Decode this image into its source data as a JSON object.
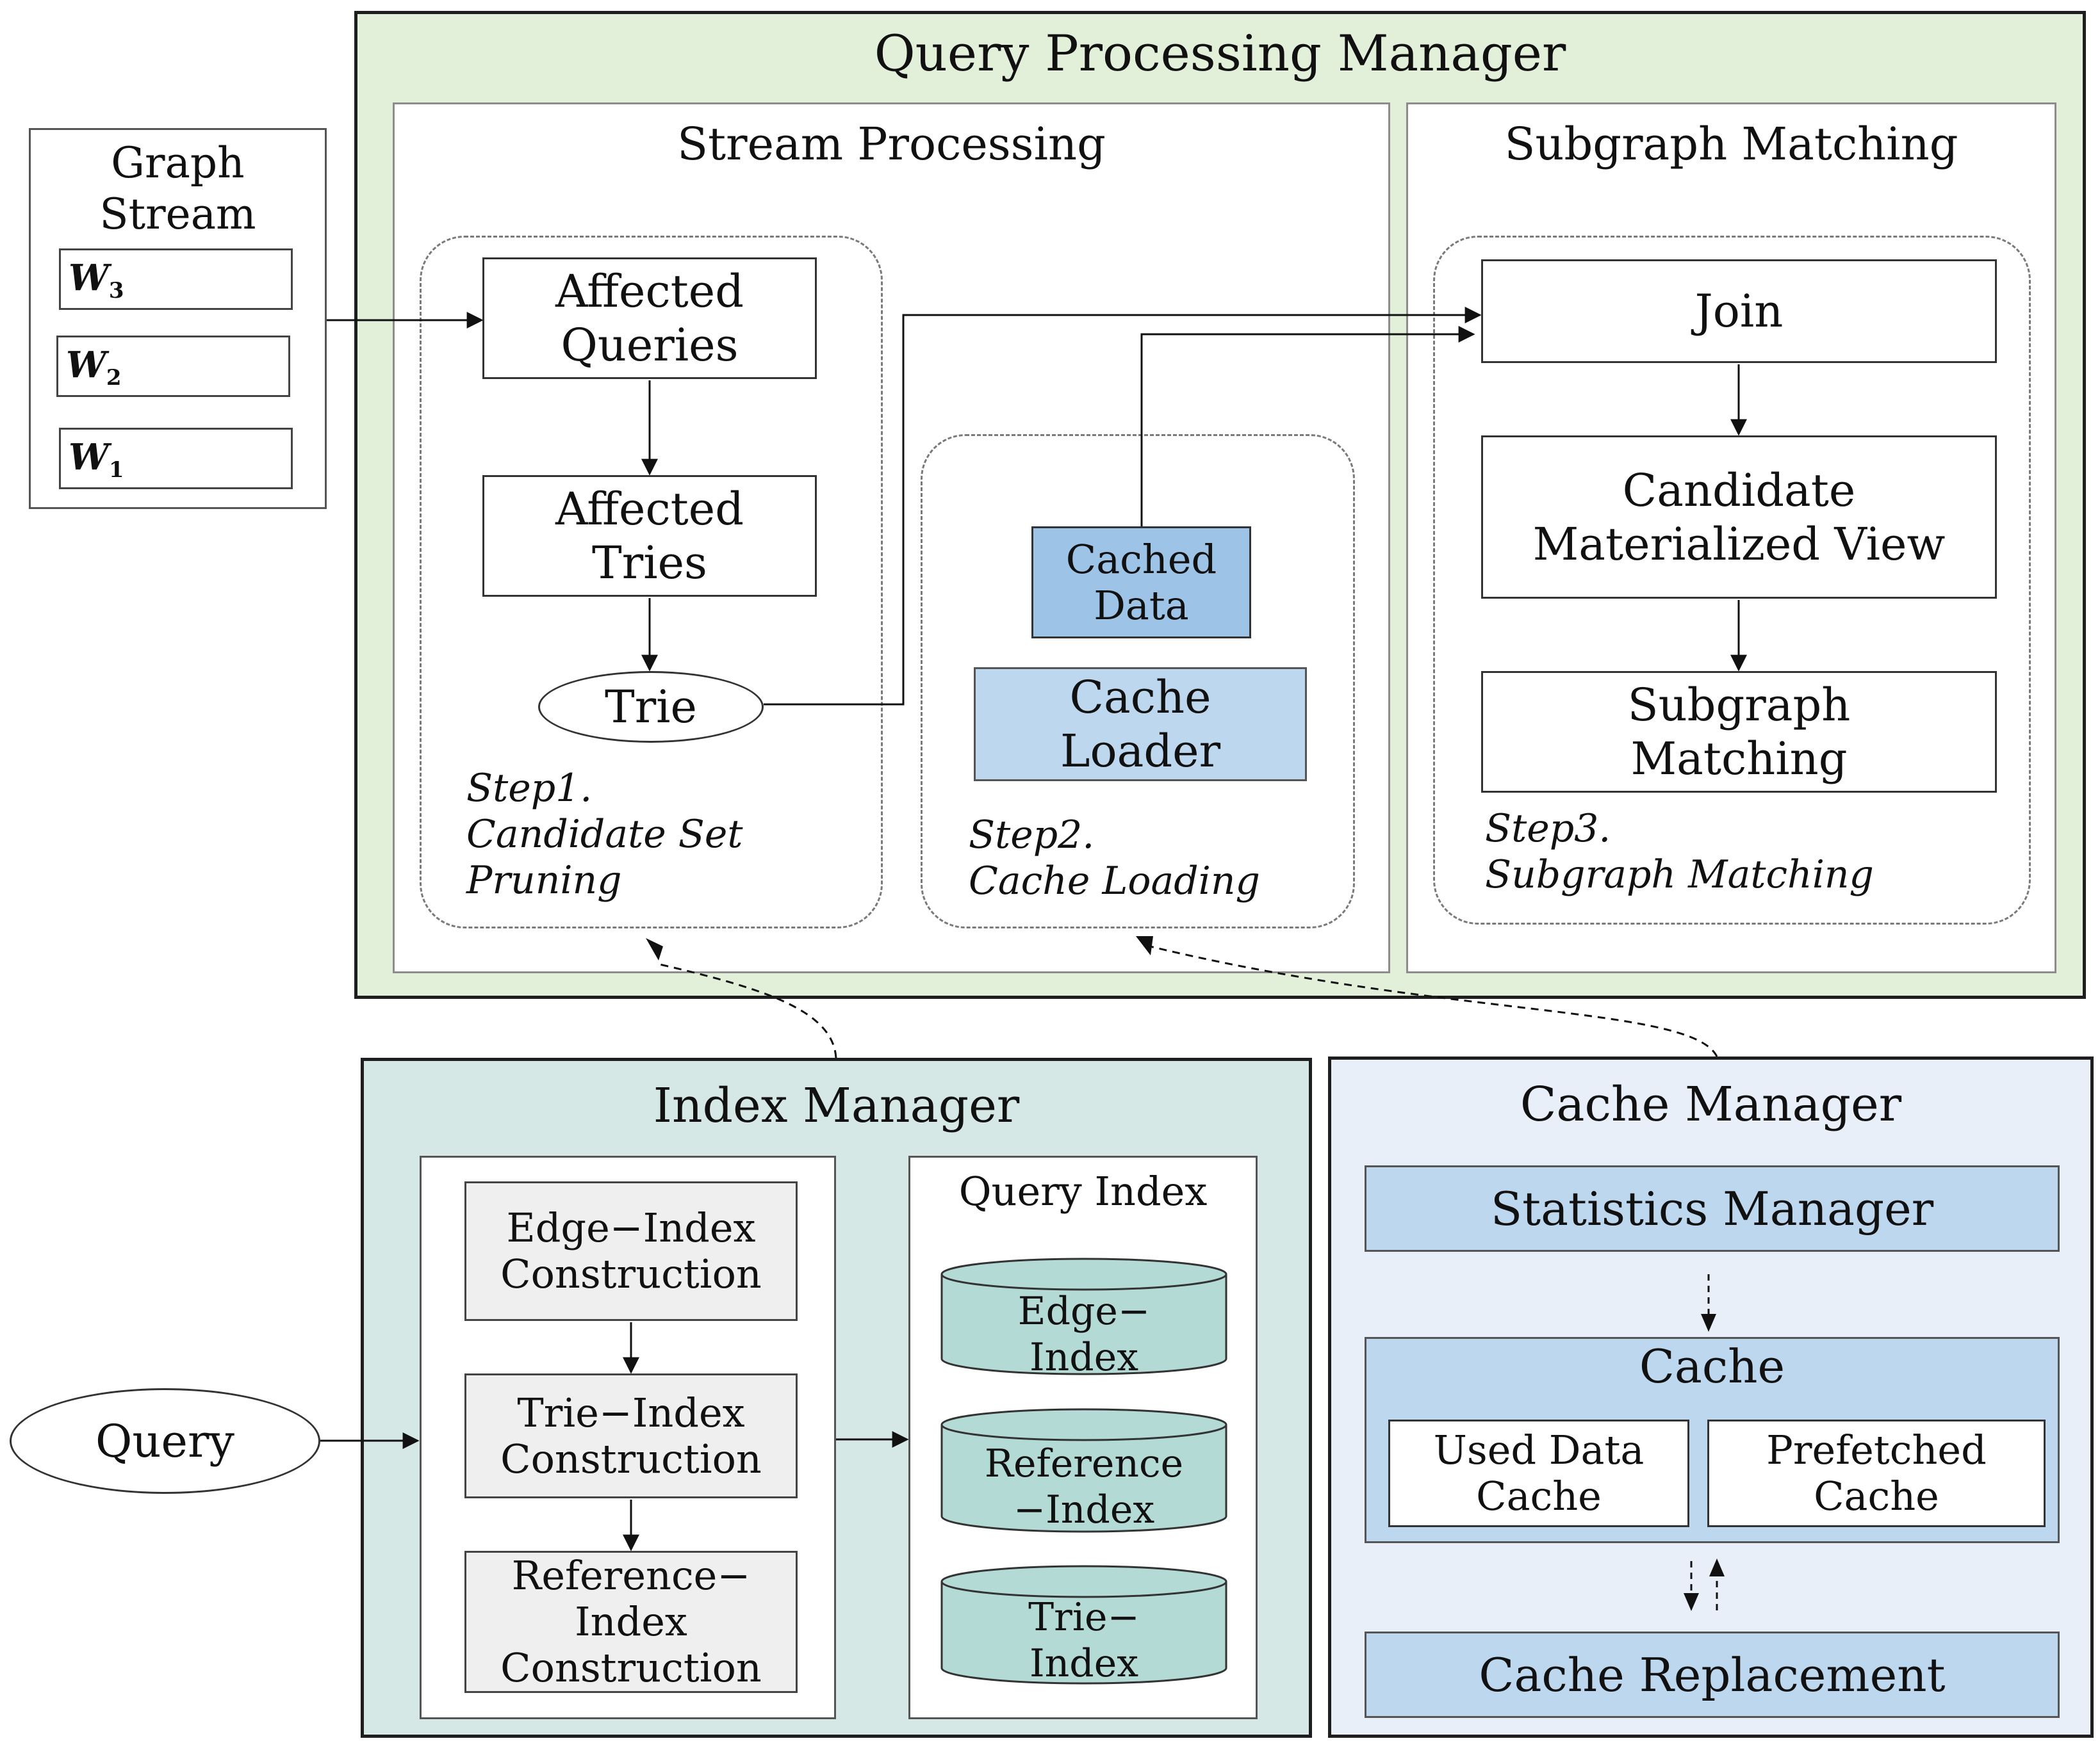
{
  "graph_stream": {
    "title_lines": [
      "Graph",
      "Stream"
    ],
    "windows": [
      {
        "name": "W",
        "sub": "3"
      },
      {
        "name": "W",
        "sub": "2"
      },
      {
        "name": "W",
        "sub": "1"
      }
    ]
  },
  "qpm": {
    "title": "Query Processing Manager",
    "stream_processing": {
      "title": "Stream Processing",
      "affected_queries": [
        "Affected",
        "Queries"
      ],
      "affected_tries": [
        "Affected",
        "Tries"
      ],
      "trie": "Trie",
      "cached_data": [
        "Cached",
        "Data"
      ],
      "cache_loader": [
        "Cache",
        "Loader"
      ],
      "step1": [
        "Step1.",
        "Candidate Set",
        "Pruning"
      ],
      "step2": [
        "Step2.",
        "Cache Loading"
      ]
    },
    "subgraph_matching": {
      "title": "Subgraph Matching",
      "join": "Join",
      "candidate_view": [
        "Candidate",
        "Materialized View"
      ],
      "subgraph_matching_box": [
        "Subgraph",
        "Matching"
      ],
      "step3": [
        "Step3.",
        "Subgraph Matching"
      ]
    }
  },
  "index_manager": {
    "title": "Index Manager",
    "edge_index_construction": [
      "Edge−Index",
      "Construction"
    ],
    "trie_index_construction": [
      "Trie−Index",
      "Construction"
    ],
    "reference_index_construction": [
      "Reference−",
      "Index",
      "Construction"
    ],
    "query_index": {
      "title": "Query Index",
      "edge_index": [
        "Edge−",
        "Index"
      ],
      "reference_index": [
        "Reference",
        "−Index"
      ],
      "trie_index": [
        "Trie−",
        "Index"
      ]
    }
  },
  "query": "Query",
  "cache_manager": {
    "title": "Cache Manager",
    "statistics_manager": "Statistics Manager",
    "cache": {
      "title": "Cache",
      "used_data_cache": [
        "Used Data",
        "Cache"
      ],
      "prefetched_cache": [
        "Prefetched",
        "Cache"
      ]
    },
    "cache_replacement": "Cache Replacement"
  },
  "colors": {
    "qpm_bg": "#e2efd9",
    "index_manager_bg": "#d5e8e5",
    "cache_manager_bg": "#e8eff9",
    "blue_dark": "#9dc3e6",
    "blue_light": "#bdd7ee",
    "teal_cyl": "#b4dad6",
    "gray_box": "#efefef"
  }
}
